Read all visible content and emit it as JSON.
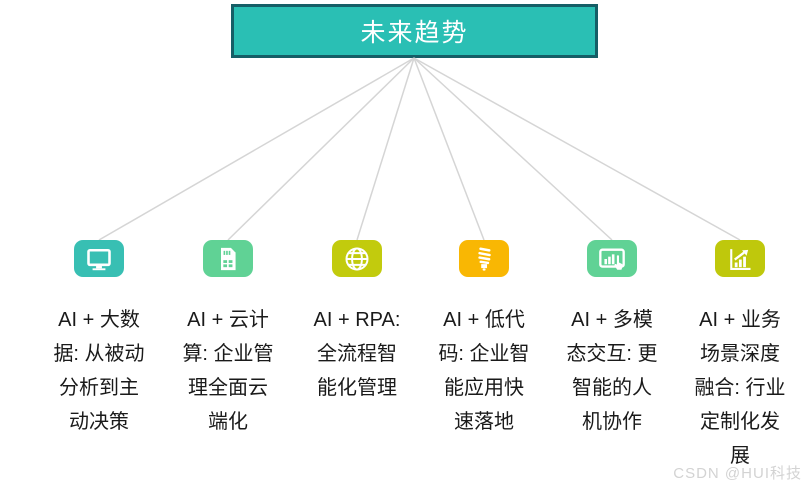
{
  "title": "未来趋势",
  "colors": {
    "title_fill": "#2abfb4",
    "title_border": "#155e66",
    "connector_line": "#d5d5d5",
    "text": "#1a1a1a",
    "watermark": "#d3d3d3"
  },
  "nodes": [
    {
      "icon": "monitor-icon",
      "color": "#38bfb3",
      "lines": [
        "AI + 大数",
        "据: 从被动",
        "分析到主",
        "动决策"
      ]
    },
    {
      "icon": "sim-card-icon",
      "color": "#60d295",
      "lines": [
        "AI + 云计",
        "算: 企业管",
        "理全面云",
        "端化"
      ]
    },
    {
      "icon": "globe-icon",
      "color": "#c2cb0d",
      "lines": [
        "AI + RPA:",
        "全流程智",
        "能化管理"
      ]
    },
    {
      "icon": "cfl-bulb-icon",
      "color": "#f9b703",
      "lines": [
        "AI + 低代",
        "码: 企业智",
        "能应用快",
        "速落地"
      ]
    },
    {
      "icon": "touch-presentation-icon",
      "color": "#60d295",
      "lines": [
        "AI + 多模",
        "态交互: 更",
        "智能的人",
        "机协作"
      ]
    },
    {
      "icon": "growth-chart-icon",
      "color": "#bfc80c",
      "lines": [
        "AI + 业务",
        "场景深度",
        "融合: 行业",
        "定制化发",
        "展"
      ]
    }
  ],
  "watermark": "CSDN @HUI科技"
}
